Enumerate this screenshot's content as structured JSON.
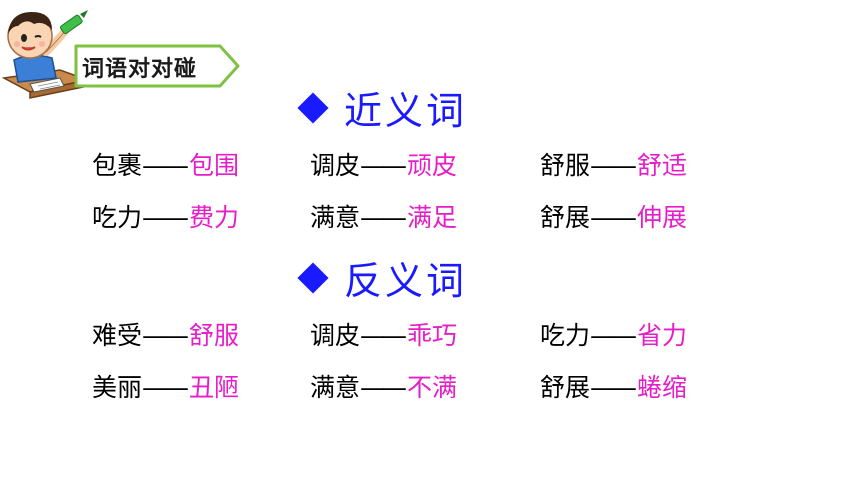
{
  "badge": {
    "title": "词语对对碰"
  },
  "synonyms": {
    "heading": "近义词",
    "pairs": [
      {
        "word": "包裹",
        "dash": "——",
        "answer": "包围"
      },
      {
        "word": "调皮",
        "dash": "——",
        "answer": "顽皮"
      },
      {
        "word": "舒服",
        "dash": "——",
        "answer": "舒适"
      },
      {
        "word": "吃力",
        "dash": "——",
        "answer": "费力"
      },
      {
        "word": "满意",
        "dash": "——",
        "answer": "满足"
      },
      {
        "word": "舒展",
        "dash": "——",
        "answer": "伸展"
      }
    ]
  },
  "antonyms": {
    "heading": "反义词",
    "pairs": [
      {
        "word": "难受",
        "dash": "——",
        "answer": "舒服"
      },
      {
        "word": "调皮",
        "dash": "——",
        "answer": "乖巧"
      },
      {
        "word": "吃力",
        "dash": "——",
        "answer": "省力"
      },
      {
        "word": "美丽",
        "dash": "——",
        "answer": "丑陋"
      },
      {
        "word": "满意",
        "dash": "——",
        "answer": "不满"
      },
      {
        "word": "舒展",
        "dash": "——",
        "answer": "蜷缩"
      }
    ]
  },
  "colors": {
    "heading": "#1a1aff",
    "answer": "#e61ec8",
    "badge_border": "#7fc241"
  }
}
